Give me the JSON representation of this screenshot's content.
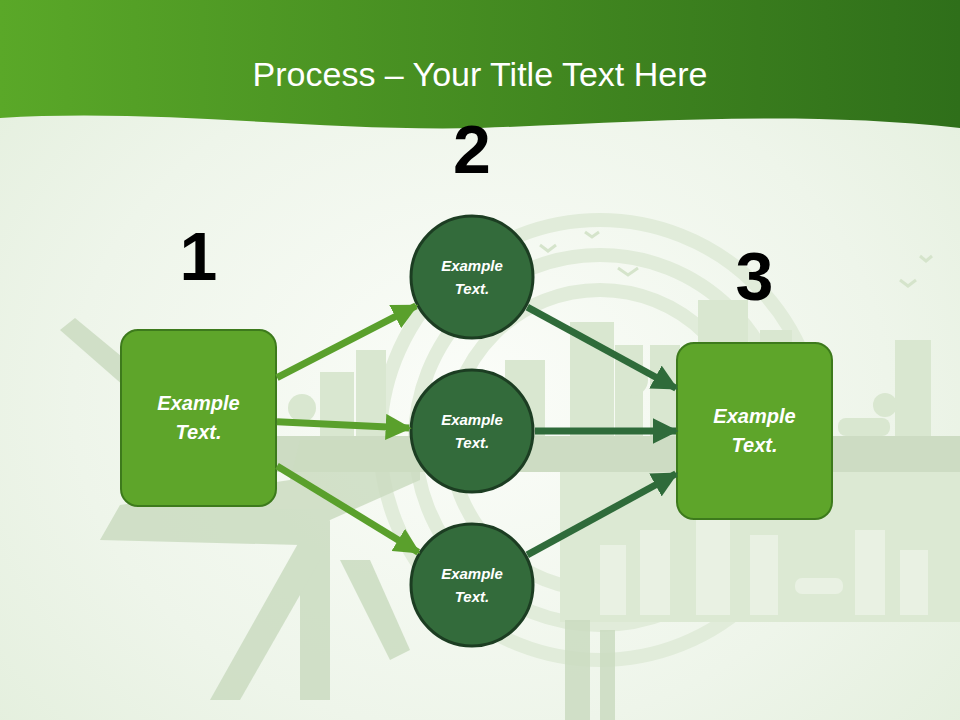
{
  "diagram": {
    "title": "Process – Your Title Text Here",
    "nodes": [
      {
        "text": [
          "1",
          "Example Text."
        ]
      },
      {
        "text": [
          "2",
          "Example Text."
        ]
      },
      {
        "text": [
          "Example Text."
        ]
      },
      {
        "text": [
          "Example Text."
        ]
      },
      {
        "text": [
          "3",
          "Example Text."
        ]
      }
    ],
    "edges": [
      {
        "from": 0,
        "to": 1,
        "arrow": "to"
      },
      {
        "from": 0,
        "to": 2,
        "arrow": "to"
      },
      {
        "from": 0,
        "to": 3,
        "arrow": "to"
      },
      {
        "from": 1,
        "to": 4,
        "arrow": "to"
      },
      {
        "from": 2,
        "to": 4,
        "arrow": "to"
      },
      {
        "from": 3,
        "to": 4,
        "arrow": "to"
      }
    ]
  }
}
